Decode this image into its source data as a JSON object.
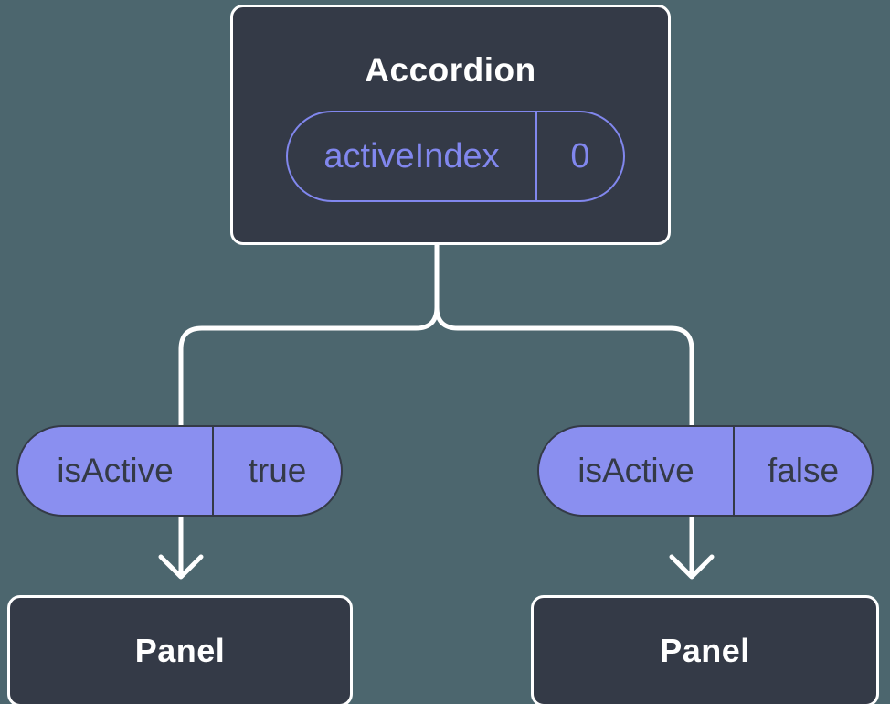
{
  "colors": {
    "background": "#4c666e",
    "node_dark": "#343a47",
    "pill_fill": "#8a8ff0",
    "accent": "#8187ee",
    "line_white": "#ffffff"
  },
  "root_node": {
    "title": "Accordion",
    "state_pill": {
      "label": "activeIndex",
      "value": "0"
    }
  },
  "branches": [
    {
      "prop_pill": {
        "label": "isActive",
        "value": "true"
      },
      "child": {
        "title": "Panel"
      }
    },
    {
      "prop_pill": {
        "label": "isActive",
        "value": "false"
      },
      "child": {
        "title": "Panel"
      }
    }
  ]
}
